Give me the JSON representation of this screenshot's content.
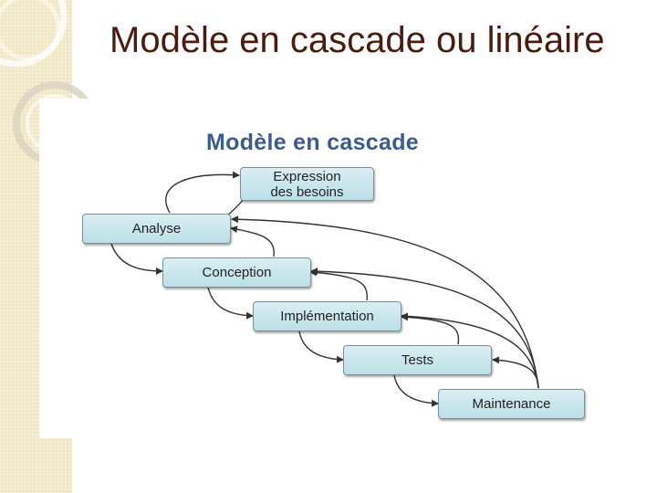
{
  "slide": {
    "title": "Modèle en cascade ou linéaire"
  },
  "diagram": {
    "title": "Modèle en cascade",
    "stages": [
      {
        "id": "expression",
        "label": "Expression\ndes besoins"
      },
      {
        "id": "analyse",
        "label": "Analyse"
      },
      {
        "id": "conception",
        "label": "Conception"
      },
      {
        "id": "implementation",
        "label": "Implémentation"
      },
      {
        "id": "tests",
        "label": "Tests"
      },
      {
        "id": "maintenance",
        "label": "Maintenance"
      }
    ],
    "colors": {
      "stage_fill": "#cbe7ee",
      "title_text": "#3c5c8e",
      "slide_title_text": "#4a1c0f",
      "arrow": "#333333"
    }
  }
}
